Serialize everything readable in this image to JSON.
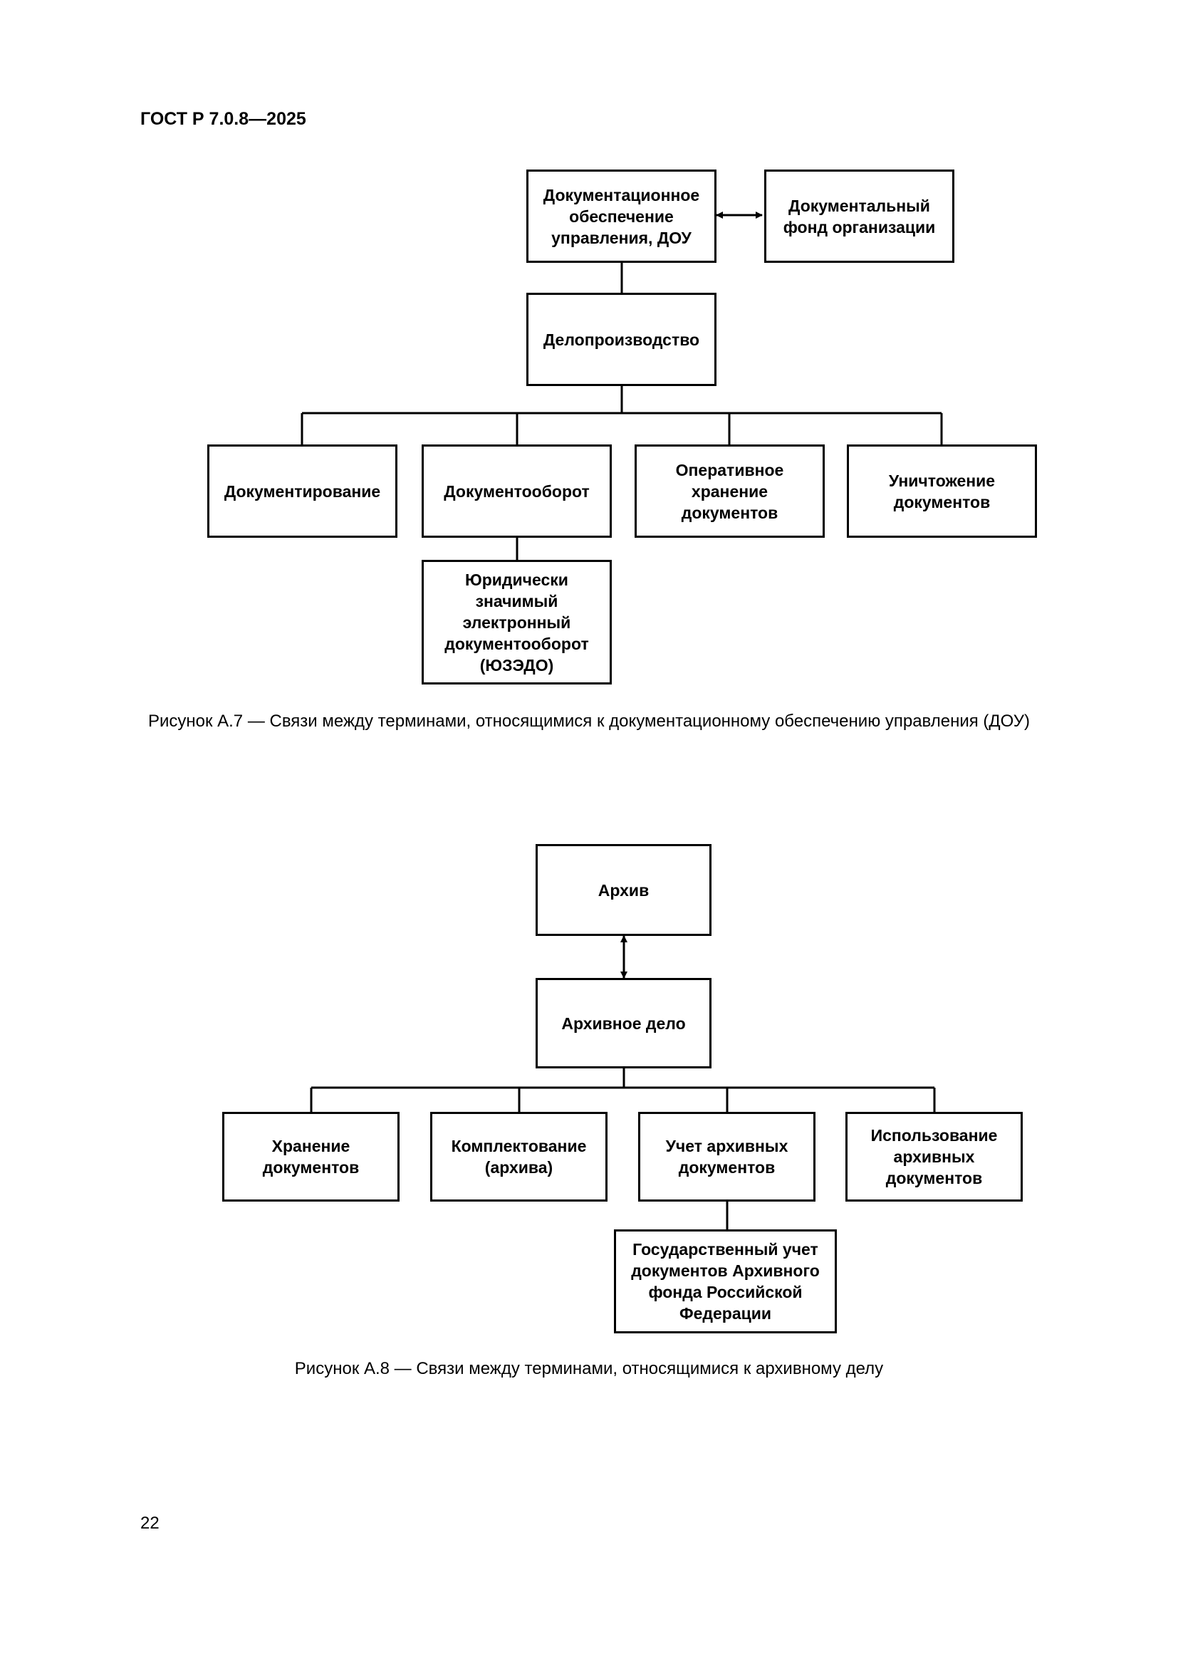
{
  "header": {
    "standard_code": "ГОСТ Р 7.0.8—2025"
  },
  "figure_a7": {
    "nodes": {
      "dou": "Документационное\nобеспечение\nуправления, ДОУ",
      "fond": "Документальный\nфонд организации",
      "deloproizvodstvo": "Делопроизводство",
      "dokumentirovanie": "Документирование",
      "dokumentooborot": "Документооборот",
      "operativnoe": "Оперативное\nхранение\nдокументов",
      "unichtozhenie": "Уничтожение\nдокументов",
      "yuzedo": "Юридически\nзначимый\nэлектронный\nдокументооборот\n(ЮЗЭДО)"
    },
    "caption": "Рисунок А.7 — Связи между терминами, относящимися к документационному обеспечению управления (ДОУ)"
  },
  "figure_a8": {
    "nodes": {
      "arkhiv": "Архив",
      "arkhivnoe_delo": "Архивное дело",
      "khranenie": "Хранение\nдокументов",
      "komplektovanie": "Комплектование\n(архива)",
      "uchet": "Учет архивных\nдокументов",
      "ispolzovanie": "Использование\nархивных\nдокументов",
      "gos_uchet": "Государственный учет\nдокументов Архивного\nфонда Российской\nФедерации"
    },
    "caption": "Рисунок А.8 — Связи между терминами, относящимися к архивному делу"
  },
  "page": {
    "number": "22"
  }
}
